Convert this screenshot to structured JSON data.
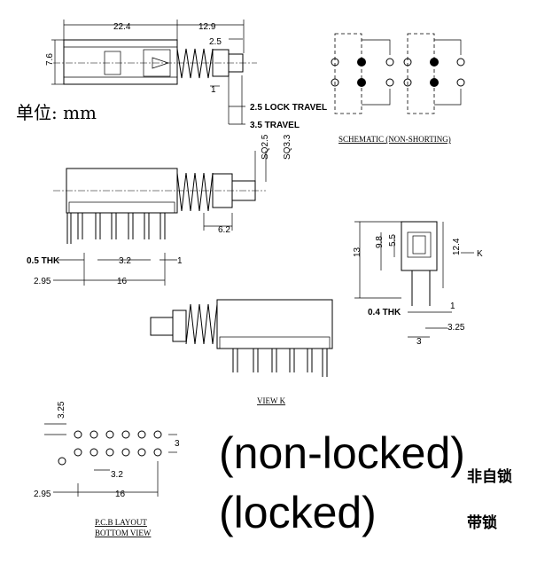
{
  "units_label": "单位: mm",
  "top_view": {
    "dim_length": "22.4",
    "dim_plunger": "12.9",
    "dim_height": "7.6",
    "dim_plunger_width": "2.5",
    "dim_small": "1",
    "lock_travel": "2.5 LOCK TRAVEL",
    "travel": "3.5 TRAVEL"
  },
  "schematic": {
    "caption": "SCHEMATIC (NON-SHORTING)"
  },
  "side_view": {
    "sq1": "SQ2.5",
    "sq2": "SQ3.3",
    "dim_62": "6.2",
    "thk": "0.5 THK",
    "pitch": "3.2",
    "dim_1": "1",
    "offset": "2.95",
    "span": "16"
  },
  "end_view": {
    "h13": "13",
    "h98": "9.8",
    "h55": "5.5",
    "h124": "12.4",
    "k": "K",
    "thk": "0.4 THK",
    "d1": "1",
    "d3": "3",
    "d325": "3.25"
  },
  "view_k": {
    "caption": "VIEW K"
  },
  "pcb": {
    "d325": "3.25",
    "d3": "3",
    "pitch": "3.2",
    "offset": "2.95",
    "span": "16",
    "caption_line1": "P.C.B LAYOUT",
    "caption_line2": "BOTTOM VIEW"
  },
  "labels": {
    "non_locked": "(non-locked)",
    "locked": "(locked)",
    "non_locked_cn": "非自锁",
    "locked_cn": "带锁"
  }
}
